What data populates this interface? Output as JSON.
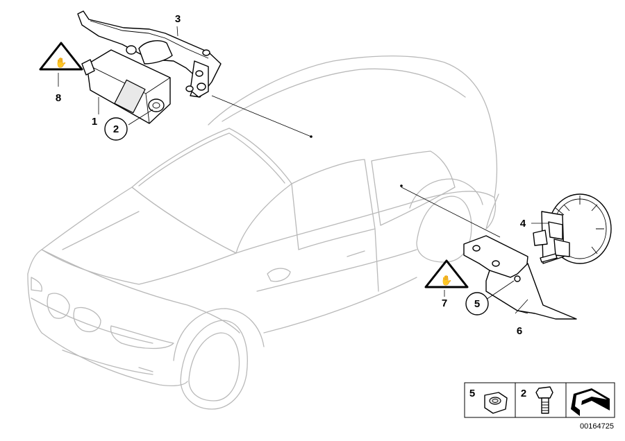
{
  "callouts": {
    "c1": "1",
    "c2": "2",
    "c3": "3",
    "c4": "4",
    "c5": "5",
    "c6": "6",
    "c7": "7",
    "c8": "8"
  },
  "legend": {
    "nut_label": "5",
    "bolt_label": "2"
  },
  "document_number": "00164725",
  "icons": [
    "car-outline-icon",
    "control-unit-icon",
    "bracket-icon",
    "siren-horn-icon",
    "warning-triangle-icon",
    "hex-nut-icon",
    "hex-bolt-icon",
    "direction-arrow-icon"
  ]
}
